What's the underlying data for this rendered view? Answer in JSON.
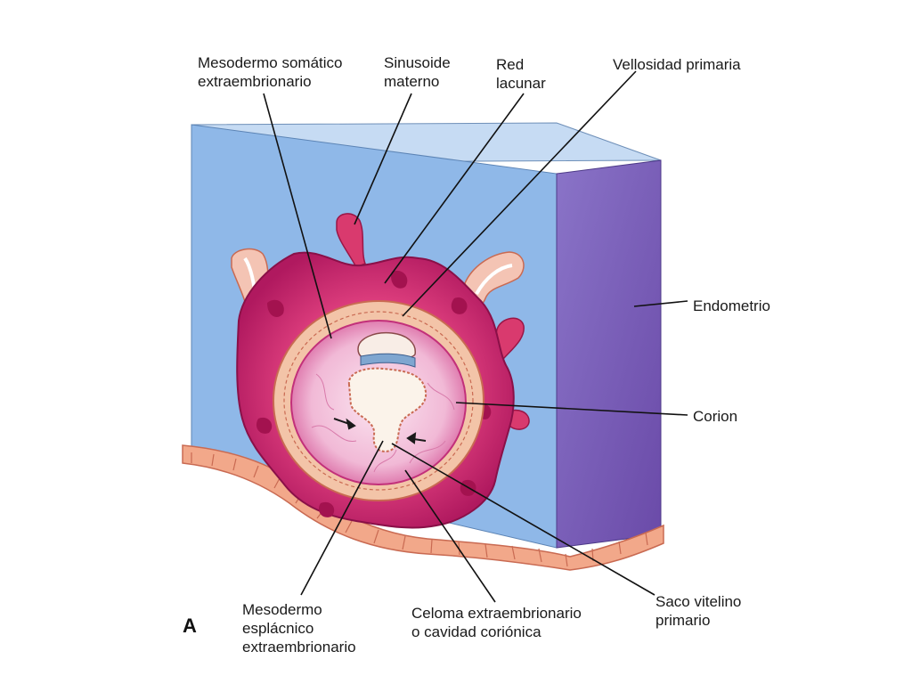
{
  "panel_letter": "A",
  "labels": {
    "somatic_mesoderm": "Mesodermo somático\nextraembrionario",
    "maternal_sinusoid": "Sinusoide\nmaterno",
    "lacunar_network": "Red\nlacunar",
    "primary_villus": "Vellosidad primaria",
    "endometrium": "Endometrio",
    "chorion": "Corion",
    "primary_yolk_sac": "Saco vitelino\nprimario",
    "chorionic_cavity": "Celoma extraembrionario\no cavidad coriónica",
    "splanchnic_mesoderm": "Mesodermo\nesplácnico\nextraembrionario"
  },
  "colors": {
    "endometrium_front": "#8fb8e8",
    "endometrium_side": "#7a5fb5",
    "trophoblast": "#c8206e",
    "chorionic_cavity": "#f4c6e0",
    "epithelium": "#f2a88a"
  }
}
